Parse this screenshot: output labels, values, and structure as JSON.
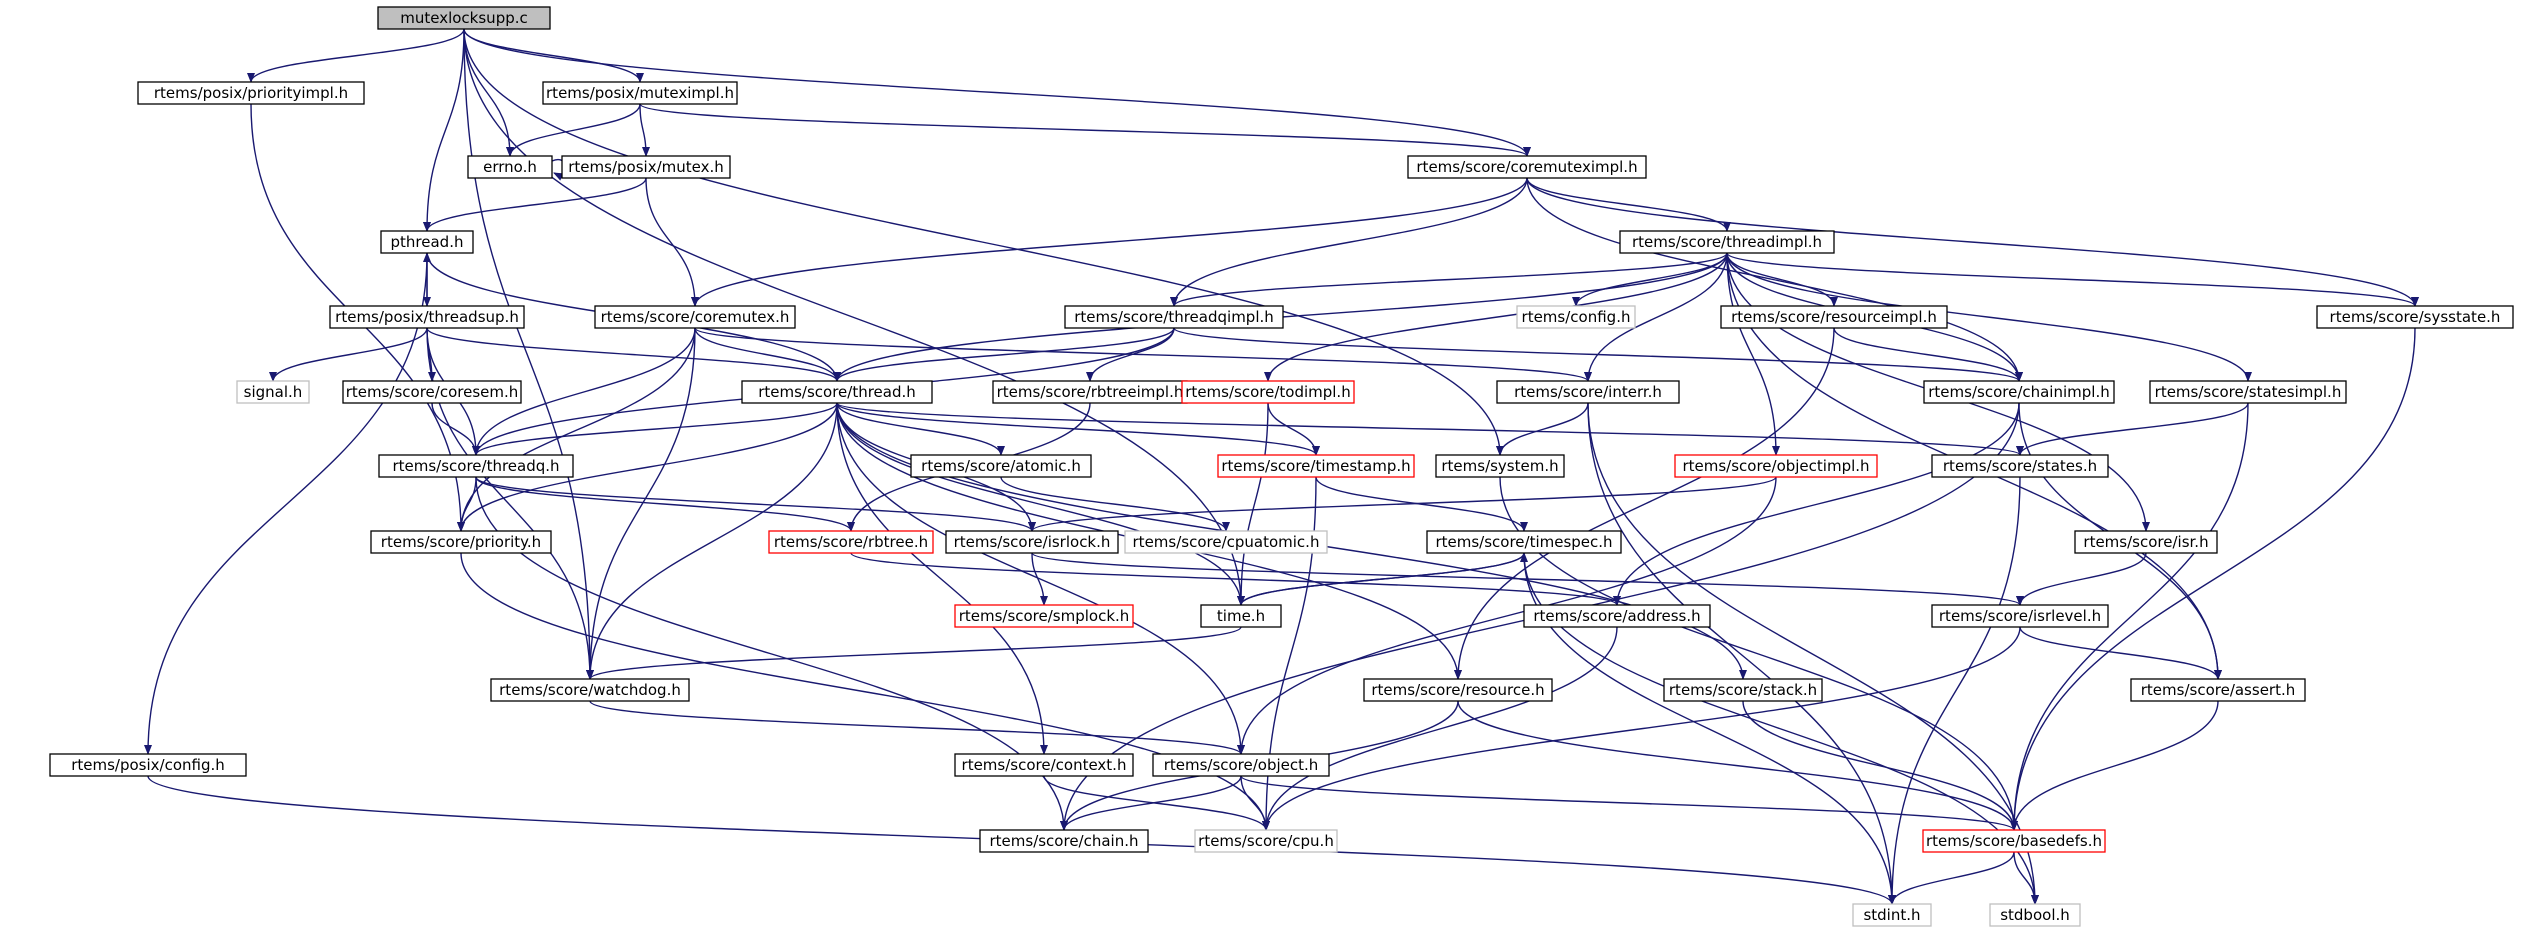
{
  "colors": {
    "edge": "#191970",
    "node_border": "#000000",
    "missing_border": "#ff0000",
    "system_border": "#bfbfbf",
    "root_fill": "#bfbfbf"
  },
  "nodes": {
    "root": "mutexlocksupp.c",
    "priorityimpl": "rtems/posix/priorityimpl.h",
    "muteximpl": "rtems/posix/muteximpl.h",
    "errno": "errno.h",
    "mutex": "rtems/posix/mutex.h",
    "coremuteximpl": "rtems/score/coremuteximpl.h",
    "pthread": "pthread.h",
    "threadimpl": "rtems/score/threadimpl.h",
    "threadsup": "rtems/posix/threadsup.h",
    "coremutex": "rtems/score/coremutex.h",
    "threadqimpl": "rtems/score/threadqimpl.h",
    "config": "rtems/config.h",
    "resourceimpl": "rtems/score/resourceimpl.h",
    "sysstate": "rtems/score/sysstate.h",
    "signal": "signal.h",
    "coresem": "rtems/score/coresem.h",
    "thread": "rtems/score/thread.h",
    "rbtreeimpl": "rtems/score/rbtreeimpl.h",
    "todimpl": "rtems/score/todimpl.h",
    "interr": "rtems/score/interr.h",
    "chainimpl": "rtems/score/chainimpl.h",
    "statesimpl": "rtems/score/statesimpl.h",
    "threadq": "rtems/score/threadq.h",
    "atomic": "rtems/score/atomic.h",
    "timestamp": "rtems/score/timestamp.h",
    "system": "rtems/system.h",
    "objectimpl": "rtems/score/objectimpl.h",
    "states": "rtems/score/states.h",
    "priority": "rtems/score/priority.h",
    "rbtree": "rtems/score/rbtree.h",
    "isrlock": "rtems/score/isrlock.h",
    "cpuatomic": "rtems/score/cpuatomic.h",
    "timespec": "rtems/score/timespec.h",
    "isr": "rtems/score/isr.h",
    "smplock": "rtems/score/smplock.h",
    "time": "time.h",
    "address": "rtems/score/address.h",
    "isrlevel": "rtems/score/isrlevel.h",
    "watchdog": "rtems/score/watchdog.h",
    "resource": "rtems/score/resource.h",
    "stack": "rtems/score/stack.h",
    "assert": "rtems/score/assert.h",
    "posixconfig": "rtems/posix/config.h",
    "context": "rtems/score/context.h",
    "object": "rtems/score/object.h",
    "chain": "rtems/score/chain.h",
    "cpu": "rtems/score/cpu.h",
    "basedefs": "rtems/score/basedefs.h",
    "stdint": "stdint.h",
    "stdbool": "stdbool.h"
  }
}
